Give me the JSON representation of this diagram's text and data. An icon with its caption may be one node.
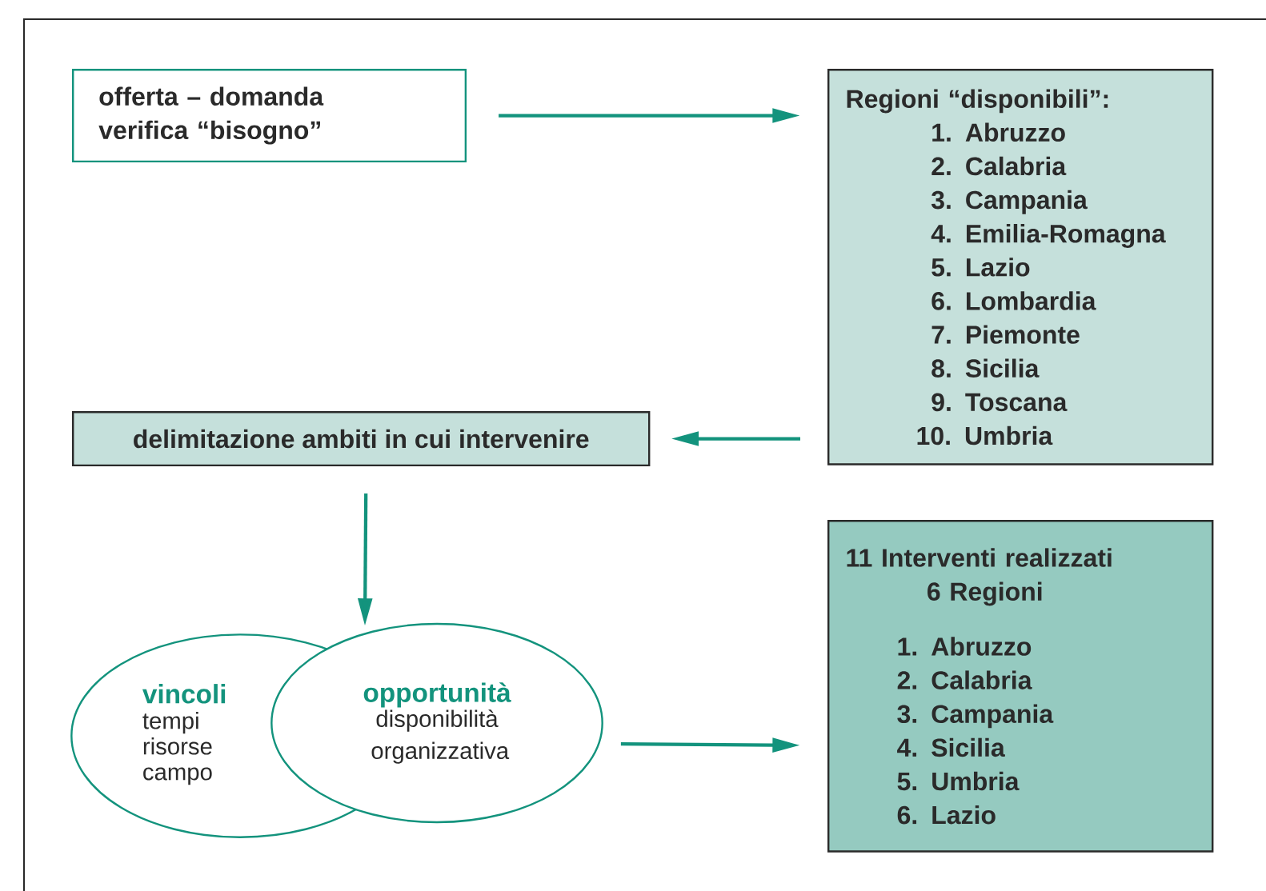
{
  "diagram": {
    "nodes": [
      {
        "text": [
          "offerta – domanda",
          "verifica “bisogno”"
        ]
      },
      {
        "text": [
          "Regioni “disponibili”:",
          "1. Abruzzo",
          "2. Calabria",
          "3. Campania",
          "4. Emilia-Romagna",
          "5. Lazio",
          "6. Lombardia",
          "7. Piemonte",
          "8. Sicilia",
          "9. Toscana",
          "10. Umbria"
        ]
      },
      {
        "text": [
          "delimitazione ambiti in cui intervenire"
        ]
      },
      {
        "text": [
          "vincoli",
          "tempi",
          "risorse",
          "campo"
        ]
      },
      {
        "text": [
          "opportunità",
          "disponibilità organizzativa"
        ]
      },
      {
        "text": [
          "11 Interventi realizzati",
          "6 Regioni",
          "1. Abruzzo",
          "2. Calabria",
          "3. Campania",
          "4. Sicilia",
          "5. Umbria",
          "6. Lazio"
        ]
      }
    ],
    "edges": [
      {
        "from": 0,
        "to": 1,
        "arrow": "to"
      },
      {
        "from": 1,
        "to": 2,
        "arrow": "to"
      },
      {
        "from": 2,
        "to": 4,
        "arrow": "to"
      },
      {
        "from": 4,
        "to": 5,
        "arrow": "to"
      }
    ]
  }
}
